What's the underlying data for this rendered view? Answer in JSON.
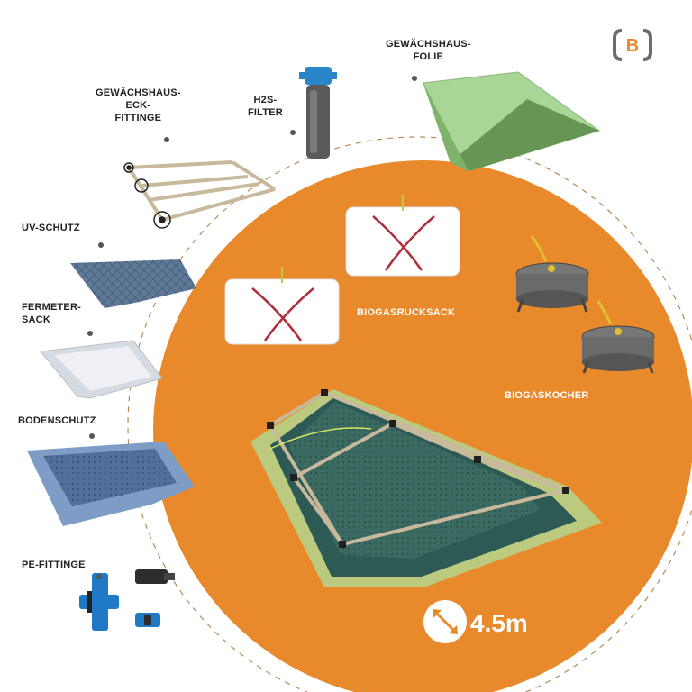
{
  "colors": {
    "orange": "#E8892B",
    "dark_line": "#333333",
    "greenhouse_film": "#9fce8d",
    "tarp_blue": "#6f86a7",
    "pe_blue": "#1f79c4"
  },
  "brand": {
    "logo_icon": "logo-b-icon",
    "letter": "B"
  },
  "labels": {
    "gewaechshaus_folie": [
      "GEWÄCHSHAUS-",
      "FOLIE"
    ],
    "h2s_filter": [
      "H2S-",
      "FILTER"
    ],
    "eck_fittinge": [
      "GEWÄCHSHAUS-",
      "ECK-",
      "FITTINGE"
    ],
    "uv_schutz": "UV-SCHUTZ",
    "fermeter_sack": [
      "FERMETER-",
      "SACK"
    ],
    "bodenschutz": "BODENSCHUTZ",
    "pe_fittinge": "PE-FITTINGE",
    "biogasrucksack": "BIOGASRUCKSACK",
    "biogaskocher": "BIOGASKOCHER"
  },
  "dimension": {
    "icon": "diagonal-arrow-icon",
    "value": "4.5m"
  }
}
